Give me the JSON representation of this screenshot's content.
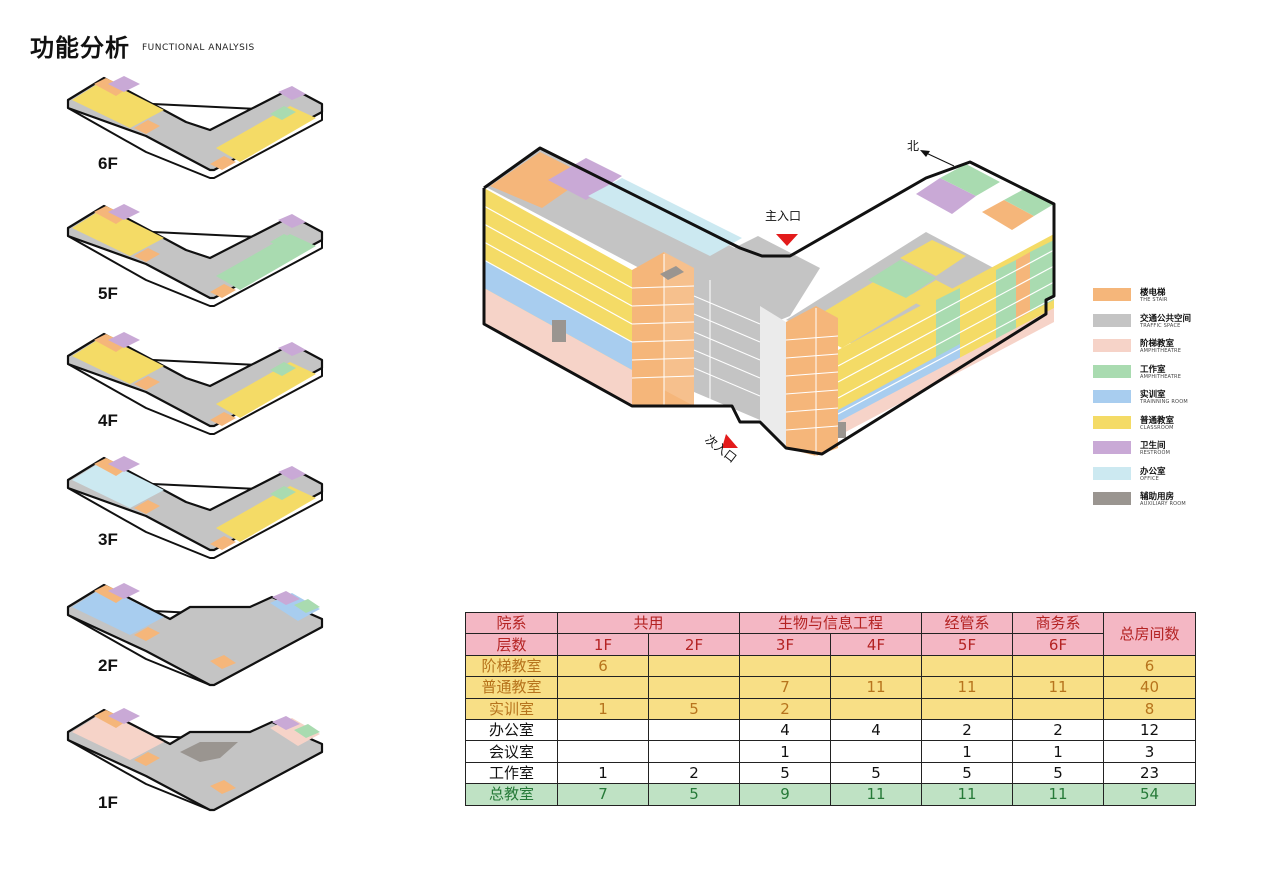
{
  "title": "功能分析",
  "subtitle": "FUNCTIONAL ANALYSIS",
  "floors": [
    "6F",
    "5F",
    "4F",
    "3F",
    "2F",
    "1F"
  ],
  "labels": {
    "main_entrance": "主入口",
    "secondary_entrance": "次入口",
    "north": "北"
  },
  "colors": {
    "stair": "#f5b67a",
    "traffic": "#c4c4c4",
    "amphitheatre": "#f6d3c8",
    "workshop": "#a9dbb0",
    "training": "#a8cdef",
    "classroom": "#f4db66",
    "restroom": "#c9a9d6",
    "office": "#cce9f1",
    "auxiliary": "#9a9590",
    "entrance_marker": "#e31b1b"
  },
  "legend": [
    {
      "zh": "楼电梯",
      "en": "THE STAIR",
      "color": "#f5b67a"
    },
    {
      "zh": "交通公共空间",
      "en": "TRAFFIC SPACE",
      "color": "#c4c4c4"
    },
    {
      "zh": "阶梯教室",
      "en": "AMPHITHEATRE",
      "color": "#f6d3c8"
    },
    {
      "zh": "工作室",
      "en": "AMPHITHEATRE",
      "color": "#a9dbb0"
    },
    {
      "zh": "实训室",
      "en": "TRAINNING ROOM",
      "color": "#a8cdef"
    },
    {
      "zh": "普通教室",
      "en": "CLASSROOM",
      "color": "#f4db66"
    },
    {
      "zh": "卫生间",
      "en": "RESTROOM",
      "color": "#c9a9d6"
    },
    {
      "zh": "办公室",
      "en": "OFFICE",
      "color": "#cce9f1"
    },
    {
      "zh": "辅助用房",
      "en": "AUXILIARY ROOM",
      "color": "#9a9590"
    }
  ],
  "table": {
    "dept_label": "院系",
    "floor_label": "层数",
    "total_header": "总房间数",
    "departments": [
      {
        "name": "共用",
        "span": 2
      },
      {
        "name": "生物与信息工程",
        "span": 2
      },
      {
        "name": "经管系",
        "span": 1
      },
      {
        "name": "商务系",
        "span": 1
      }
    ],
    "floors": [
      "1F",
      "2F",
      "3F",
      "4F",
      "5F",
      "6F"
    ],
    "rows": [
      {
        "label": "阶梯教室",
        "style": "yl",
        "values": [
          "6",
          "",
          "",
          "",
          "",
          ""
        ],
        "total": "6"
      },
      {
        "label": "普通教室",
        "style": "yl",
        "values": [
          "",
          "",
          "7",
          "11",
          "11",
          "11"
        ],
        "total": "40"
      },
      {
        "label": "实训室",
        "style": "yl",
        "values": [
          "1",
          "5",
          "2",
          "",
          "",
          ""
        ],
        "total": "8"
      },
      {
        "label": "办公室",
        "style": "wt",
        "values": [
          "",
          "",
          "4",
          "4",
          "2",
          "2"
        ],
        "total": "12"
      },
      {
        "label": "会议室",
        "style": "wt",
        "values": [
          "",
          "",
          "1",
          "",
          "1",
          "1"
        ],
        "total": "3"
      },
      {
        "label": "工作室",
        "style": "wt",
        "values": [
          "1",
          "2",
          "5",
          "5",
          "5",
          "5"
        ],
        "total": "23"
      },
      {
        "label": "总教室",
        "style": "gr",
        "values": [
          "7",
          "5",
          "9",
          "11",
          "11",
          "11"
        ],
        "total": "54"
      }
    ]
  }
}
